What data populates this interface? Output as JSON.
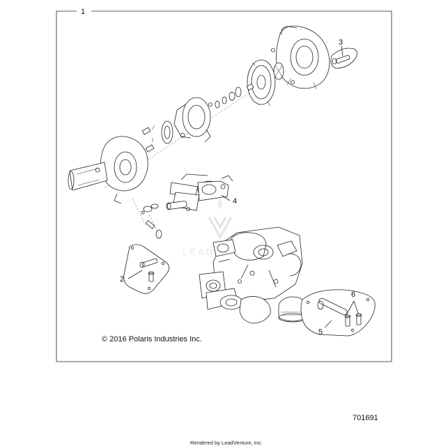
{
  "callouts": {
    "c1": "1",
    "c2": "2",
    "c3": "3",
    "c4": "4",
    "c5": "5",
    "c6": "6"
  },
  "copyright": "© 2016 Polaris Industries Inc.",
  "diagram_number": "701691",
  "footer": "Rendered by LeadVenture, Inc.",
  "watermark": "LEADV"
}
